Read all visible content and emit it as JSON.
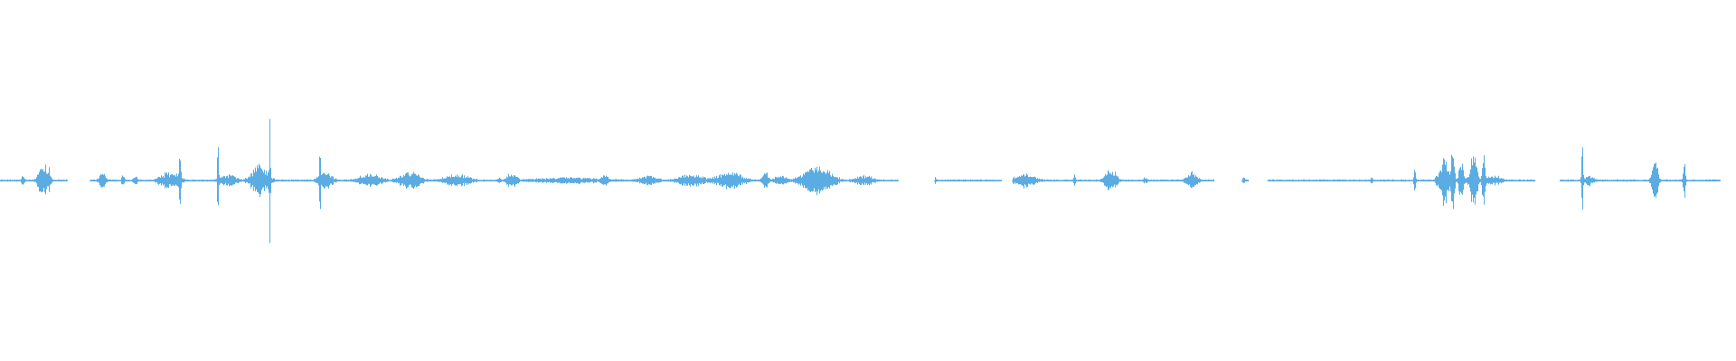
{
  "waveform": {
    "color": "#5aace3",
    "background": "#ffffff",
    "duration_s": 100,
    "segments": [
      {
        "start_s": 0.0,
        "end_s": 3.9
      },
      {
        "start_s": 5.2,
        "end_s": 52.0
      },
      {
        "start_s": 54.1,
        "end_s": 58.0
      },
      {
        "start_s": 58.6,
        "end_s": 70.3
      },
      {
        "start_s": 71.9,
        "end_s": 72.3
      },
      {
        "start_s": 73.4,
        "end_s": 88.9
      },
      {
        "start_s": 90.3,
        "end_s": 99.6
      }
    ],
    "baseline_noise": 0.01,
    "events": [
      {
        "t": 1.3,
        "amp": 0.06,
        "width_s": 0.1
      },
      {
        "t": 2.5,
        "amp": 0.16,
        "width_s": 0.35
      },
      {
        "t": 2.8,
        "amp": 0.14,
        "width_s": 0.1
      },
      {
        "t": 5.9,
        "amp": 0.07,
        "width_s": 0.25
      },
      {
        "t": 7.1,
        "amp": 0.06,
        "width_s": 0.1
      },
      {
        "t": 7.8,
        "amp": 0.05,
        "width_s": 0.15
      },
      {
        "t": 9.8,
        "amp": 0.08,
        "width_s": 0.7
      },
      {
        "t": 10.4,
        "amp": 0.3,
        "width_s": 0.08
      },
      {
        "t": 12.6,
        "amp": 0.5,
        "width_s": 0.05
      },
      {
        "t": 13.2,
        "amp": 0.06,
        "width_s": 0.6
      },
      {
        "t": 15.0,
        "amp": 0.14,
        "width_s": 0.6
      },
      {
        "t": 15.6,
        "amp": 0.58,
        "width_s": 0.05
      },
      {
        "t": 18.5,
        "amp": 0.4,
        "width_s": 0.05
      },
      {
        "t": 18.8,
        "amp": 0.08,
        "width_s": 0.5
      },
      {
        "t": 21.4,
        "amp": 0.06,
        "width_s": 0.9
      },
      {
        "t": 23.7,
        "amp": 0.08,
        "width_s": 0.8
      },
      {
        "t": 26.4,
        "amp": 0.06,
        "width_s": 1.0
      },
      {
        "t": 28.9,
        "amp": 0.04,
        "width_s": 0.1
      },
      {
        "t": 29.6,
        "amp": 0.07,
        "width_s": 0.4
      },
      {
        "t": 33.0,
        "amp": 0.03,
        "width_s": 3.0
      },
      {
        "t": 35.0,
        "amp": 0.06,
        "width_s": 0.25
      },
      {
        "t": 37.5,
        "amp": 0.05,
        "width_s": 0.7
      },
      {
        "t": 40.0,
        "amp": 0.06,
        "width_s": 1.0
      },
      {
        "t": 42.2,
        "amp": 0.08,
        "width_s": 1.0
      },
      {
        "t": 44.3,
        "amp": 0.1,
        "width_s": 0.2
      },
      {
        "t": 45.2,
        "amp": 0.05,
        "width_s": 0.5
      },
      {
        "t": 47.3,
        "amp": 0.14,
        "width_s": 1.0
      },
      {
        "t": 50.0,
        "amp": 0.05,
        "width_s": 0.7
      },
      {
        "t": 54.1,
        "amp": 0.08,
        "width_s": 0.08
      },
      {
        "t": 59.3,
        "amp": 0.07,
        "width_s": 0.8
      },
      {
        "t": 62.2,
        "amp": 0.08,
        "width_s": 0.08
      },
      {
        "t": 64.3,
        "amp": 0.11,
        "width_s": 0.4
      },
      {
        "t": 66.3,
        "amp": 0.04,
        "width_s": 0.15
      },
      {
        "t": 69.0,
        "amp": 0.08,
        "width_s": 0.4
      },
      {
        "t": 72.0,
        "amp": 0.05,
        "width_s": 0.08
      },
      {
        "t": 79.4,
        "amp": 0.04,
        "width_s": 0.1
      },
      {
        "t": 81.9,
        "amp": 0.1,
        "width_s": 0.08
      },
      {
        "t": 83.6,
        "amp": 0.22,
        "width_s": 0.35
      },
      {
        "t": 84.1,
        "amp": 0.34,
        "width_s": 0.12
      },
      {
        "t": 84.6,
        "amp": 0.16,
        "width_s": 0.2
      },
      {
        "t": 85.3,
        "amp": 0.28,
        "width_s": 0.25
      },
      {
        "t": 85.9,
        "amp": 0.33,
        "width_s": 0.1
      },
      {
        "t": 86.5,
        "amp": 0.05,
        "width_s": 0.6
      },
      {
        "t": 91.6,
        "amp": 0.48,
        "width_s": 0.05
      },
      {
        "t": 92.0,
        "amp": 0.05,
        "width_s": 0.4
      },
      {
        "t": 95.8,
        "amp": 0.24,
        "width_s": 0.2
      },
      {
        "t": 97.5,
        "amp": 0.24,
        "width_s": 0.08
      }
    ]
  }
}
